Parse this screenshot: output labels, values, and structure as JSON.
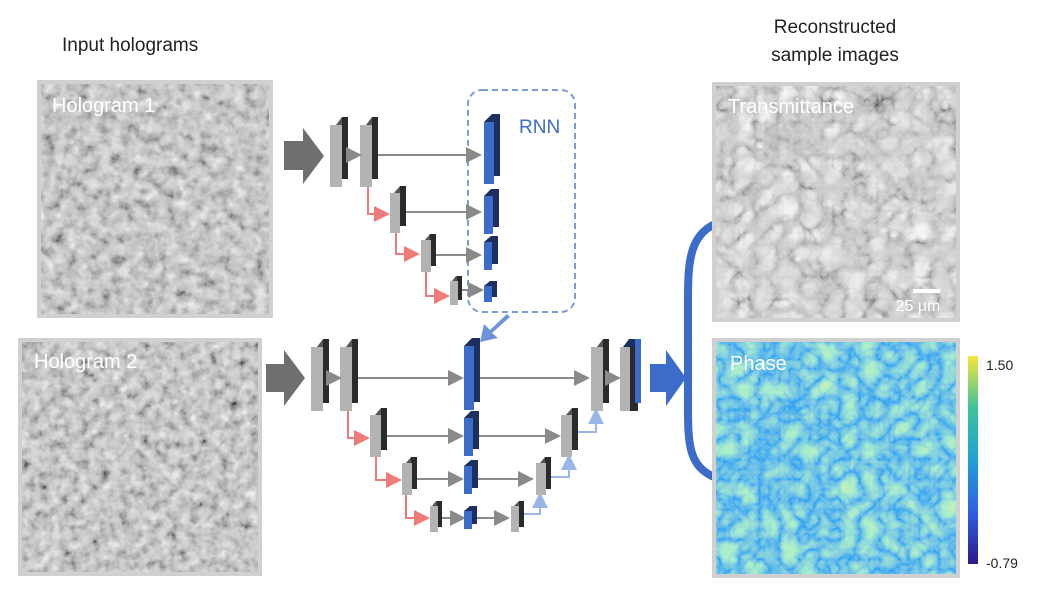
{
  "headings": {
    "input": "Input holograms",
    "output_line1": "Reconstructed",
    "output_line2": "sample images"
  },
  "panels": {
    "hologram1": "Hologram 1",
    "hologram2": "Hologram 2",
    "transmittance": "Transmittance",
    "phase": "Phase"
  },
  "rnn_label": "RNN",
  "scale_bar": "25 µm",
  "colorbar": {
    "max": "1.50",
    "min": "-0.79"
  },
  "colors": {
    "rnn_blue": "#3b6cc9",
    "skip_gray": "#8a8a8a",
    "down_red": "#f07a7a",
    "up_blue": "#9ab6e6",
    "block_gray": "#b0b0b0",
    "block_dark": "#2a2a2a",
    "phase_field": "#1f8fd8"
  }
}
